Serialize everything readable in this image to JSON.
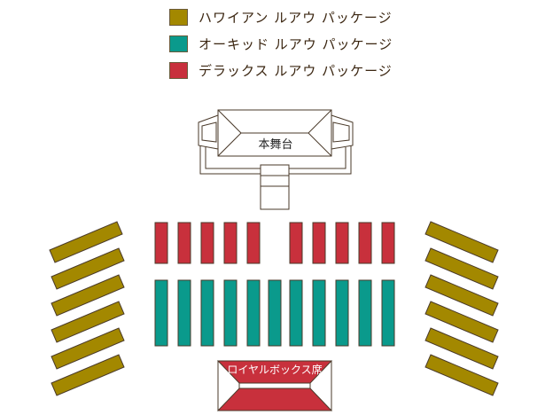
{
  "legend": {
    "items": [
      {
        "label": "ハワイアン ルアウ パッケージ",
        "color": "#a38800"
      },
      {
        "label": "オーキッド ルアウ パッケージ",
        "color": "#0a9a8c"
      },
      {
        "label": "デラックス ルアウ パッケージ",
        "color": "#c8303c"
      }
    ]
  },
  "stage": {
    "label": "本舞台"
  },
  "royal_box": {
    "label": "ロイヤルボックス席",
    "color": "#c8303c"
  },
  "colors": {
    "outline": "#4a3a2a",
    "gold": "#a38800",
    "teal": "#0a9a8c",
    "red": "#c8303c"
  }
}
